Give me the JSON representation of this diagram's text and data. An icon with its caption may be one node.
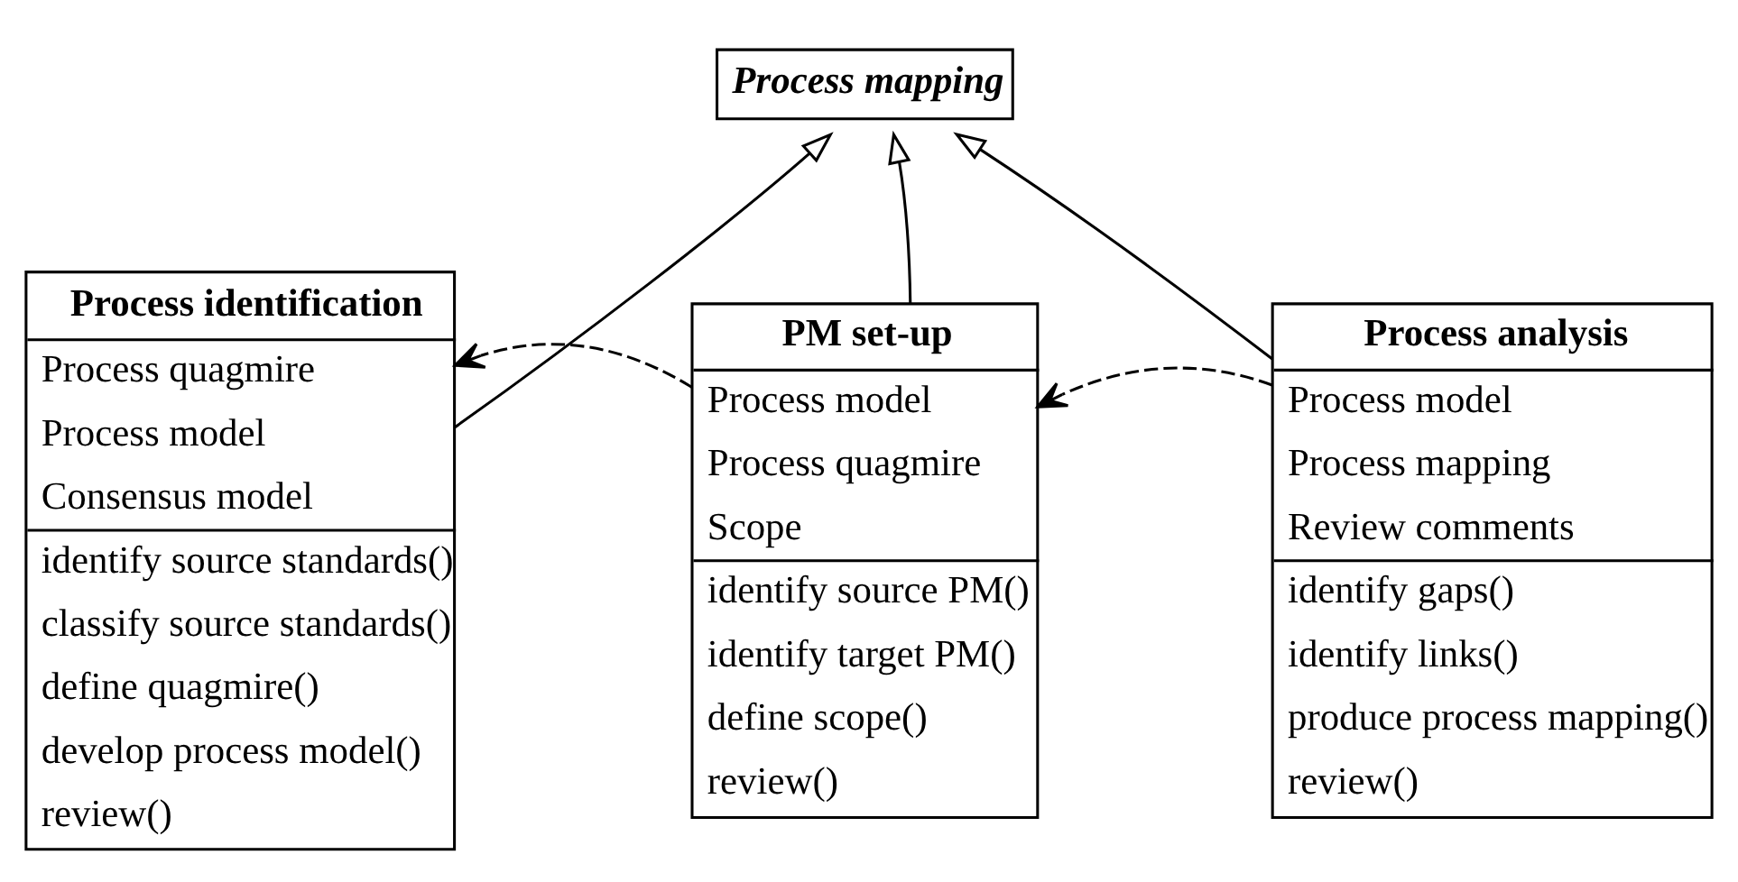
{
  "diagram": {
    "nodes": [
      {
        "text": [
          "Process mapping"
        ]
      },
      {
        "text": [
          "Process identification",
          "Process quagmire",
          "Process model",
          "Consensus model",
          "identify source standards()",
          "classify source standards()",
          "define quagmire()",
          "develop process model()",
          "review()"
        ]
      },
      {
        "text": [
          "PM set-up",
          "Process model",
          "Process quagmire",
          "Scope",
          "identify source PM()",
          "identify target PM()",
          "define scope()",
          "review()"
        ]
      },
      {
        "text": [
          "Process analysis",
          "Process model",
          "Process mapping",
          "Review comments",
          "identify gaps()",
          "identify links()",
          "produce process mapping()",
          "review()"
        ]
      }
    ],
    "edges": [
      {
        "from": 1,
        "to": 0,
        "arrow": "to"
      },
      {
        "from": 2,
        "to": 0,
        "arrow": "to"
      },
      {
        "from": 3,
        "to": 0,
        "arrow": "to"
      },
      {
        "from": 2,
        "to": 1,
        "arrow": "to",
        "style": "dashed"
      },
      {
        "from": 3,
        "to": 2,
        "arrow": "to",
        "style": "dashed"
      }
    ]
  }
}
